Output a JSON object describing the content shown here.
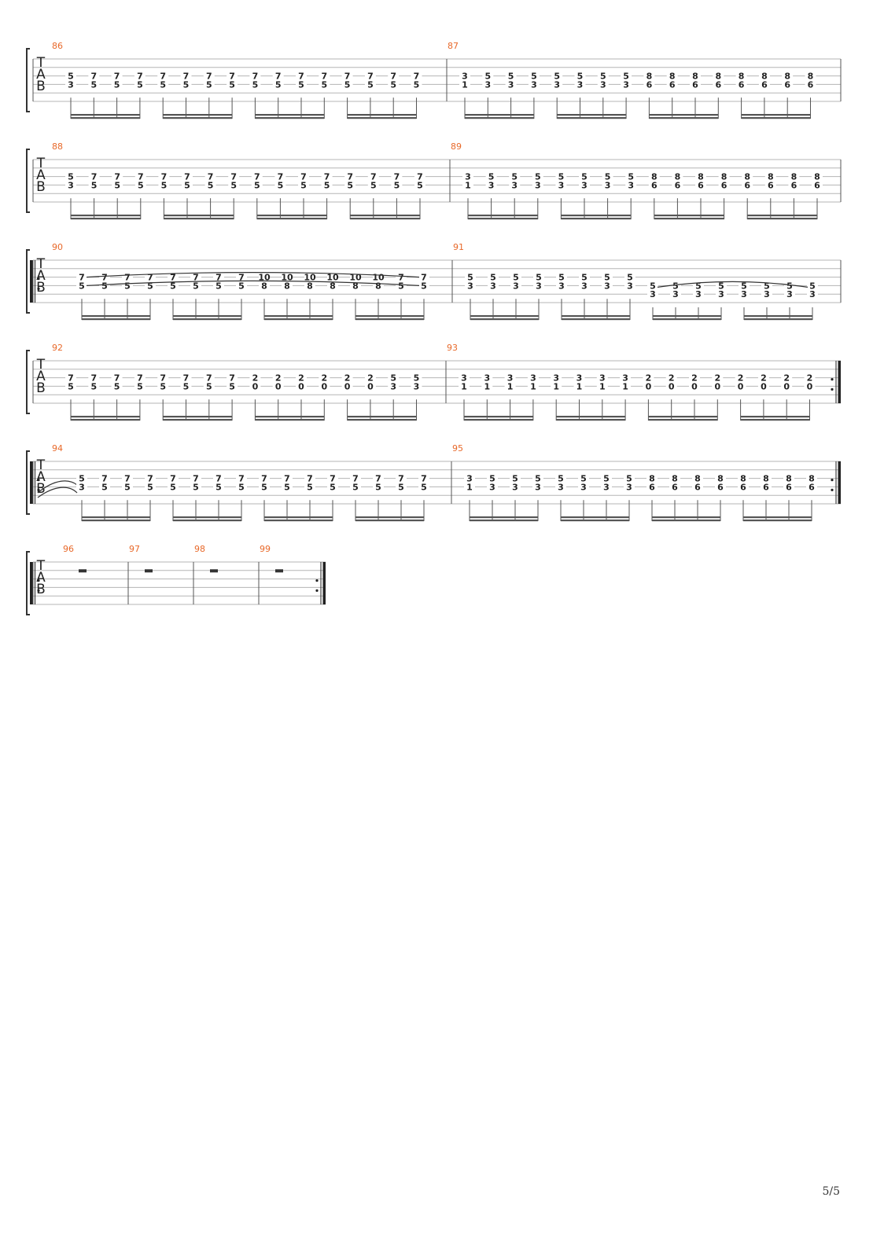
{
  "page_number": "5/5",
  "colors": {
    "measure_number": "#e8692a",
    "ink": "#222222",
    "line": "#8a8a8a"
  },
  "tab_clef": [
    "T",
    "A",
    "B"
  ],
  "systems": [
    {
      "measures": [
        {
          "number": "86",
          "notes": [
            [
              "5",
              "3"
            ],
            [
              "7",
              "5"
            ],
            [
              "7",
              "5"
            ],
            [
              "7",
              "5"
            ],
            [
              "7",
              "5"
            ],
            [
              "7",
              "5"
            ],
            [
              "7",
              "5"
            ],
            [
              "7",
              "5"
            ],
            [
              "7",
              "5"
            ],
            [
              "7",
              "5"
            ],
            [
              "7",
              "5"
            ],
            [
              "7",
              "5"
            ],
            [
              "7",
              "5"
            ],
            [
              "7",
              "5"
            ],
            [
              "7",
              "5"
            ],
            [
              "7",
              "5"
            ]
          ]
        },
        {
          "number": "87",
          "notes": [
            [
              "3",
              "1"
            ],
            [
              "5",
              "3"
            ],
            [
              "5",
              "3"
            ],
            [
              "5",
              "3"
            ],
            [
              "5",
              "3"
            ],
            [
              "5",
              "3"
            ],
            [
              "5",
              "3"
            ],
            [
              "5",
              "3"
            ],
            [
              "8",
              "6"
            ],
            [
              "8",
              "6"
            ],
            [
              "8",
              "6"
            ],
            [
              "8",
              "6"
            ],
            [
              "8",
              "6"
            ],
            [
              "8",
              "6"
            ],
            [
              "8",
              "6"
            ],
            [
              "8",
              "6"
            ]
          ]
        }
      ]
    },
    {
      "measures": [
        {
          "number": "88",
          "notes": [
            [
              "5",
              "3"
            ],
            [
              "7",
              "5"
            ],
            [
              "7",
              "5"
            ],
            [
              "7",
              "5"
            ],
            [
              "7",
              "5"
            ],
            [
              "7",
              "5"
            ],
            [
              "7",
              "5"
            ],
            [
              "7",
              "5"
            ],
            [
              "7",
              "5"
            ],
            [
              "7",
              "5"
            ],
            [
              "7",
              "5"
            ],
            [
              "7",
              "5"
            ],
            [
              "7",
              "5"
            ],
            [
              "7",
              "5"
            ],
            [
              "7",
              "5"
            ],
            [
              "7",
              "5"
            ]
          ]
        },
        {
          "number": "89",
          "notes": [
            [
              "3",
              "1"
            ],
            [
              "5",
              "3"
            ],
            [
              "5",
              "3"
            ],
            [
              "5",
              "3"
            ],
            [
              "5",
              "3"
            ],
            [
              "5",
              "3"
            ],
            [
              "5",
              "3"
            ],
            [
              "5",
              "3"
            ],
            [
              "8",
              "6"
            ],
            [
              "8",
              "6"
            ],
            [
              "8",
              "6"
            ],
            [
              "8",
              "6"
            ],
            [
              "8",
              "6"
            ],
            [
              "8",
              "6"
            ],
            [
              "8",
              "6"
            ],
            [
              "8",
              "6"
            ]
          ]
        }
      ]
    },
    {
      "repeat_start": true,
      "measures": [
        {
          "number": "90",
          "slurs": [
            [
              0,
              15
            ]
          ],
          "notes": [
            [
              "7",
              "5"
            ],
            [
              "7",
              "5"
            ],
            [
              "7",
              "5"
            ],
            [
              "7",
              "5"
            ],
            [
              "7",
              "5"
            ],
            [
              "7",
              "5"
            ],
            [
              "7",
              "5"
            ],
            [
              "7",
              "5"
            ],
            [
              "10",
              "8"
            ],
            [
              "10",
              "8"
            ],
            [
              "10",
              "8"
            ],
            [
              "10",
              "8"
            ],
            [
              "10",
              "8"
            ],
            [
              "10",
              "8"
            ],
            [
              "7",
              "5"
            ],
            [
              "7",
              "5"
            ]
          ]
        },
        {
          "number": "91",
          "slurs": [
            [
              8,
              15
            ]
          ],
          "notes": [
            [
              "5",
              "3"
            ],
            [
              "5",
              "3"
            ],
            [
              "5",
              "3"
            ],
            [
              "5",
              "3"
            ],
            [
              "5",
              "3"
            ],
            [
              "5",
              "3"
            ],
            [
              "5",
              "3"
            ],
            [
              "5",
              "3"
            ],
            [
              "5",
              "3"
            ],
            [
              "5",
              "3"
            ],
            [
              "5",
              "3"
            ],
            [
              "5",
              "3"
            ],
            [
              "5",
              "3"
            ],
            [
              "5",
              "3"
            ],
            [
              "5",
              "3"
            ],
            [
              "5",
              "3"
            ]
          ],
          "low_from": 8
        }
      ]
    },
    {
      "repeat_end": true,
      "measures": [
        {
          "number": "92",
          "notes": [
            [
              "7",
              "5"
            ],
            [
              "7",
              "5"
            ],
            [
              "7",
              "5"
            ],
            [
              "7",
              "5"
            ],
            [
              "7",
              "5"
            ],
            [
              "7",
              "5"
            ],
            [
              "7",
              "5"
            ],
            [
              "7",
              "5"
            ],
            [
              "2",
              "0"
            ],
            [
              "2",
              "0"
            ],
            [
              "2",
              "0"
            ],
            [
              "2",
              "0"
            ],
            [
              "2",
              "0"
            ],
            [
              "2",
              "0"
            ],
            [
              "5",
              "3"
            ],
            [
              "5",
              "3"
            ]
          ]
        },
        {
          "number": "93",
          "notes": [
            [
              "3",
              "1"
            ],
            [
              "3",
              "1"
            ],
            [
              "3",
              "1"
            ],
            [
              "3",
              "1"
            ],
            [
              "3",
              "1"
            ],
            [
              "3",
              "1"
            ],
            [
              "3",
              "1"
            ],
            [
              "3",
              "1"
            ],
            [
              "2",
              "0"
            ],
            [
              "2",
              "0"
            ],
            [
              "2",
              "0"
            ],
            [
              "2",
              "0"
            ],
            [
              "2",
              "0"
            ],
            [
              "2",
              "0"
            ],
            [
              "2",
              "0"
            ],
            [
              "2",
              "0"
            ]
          ]
        }
      ]
    },
    {
      "repeat_start": true,
      "repeat_end": true,
      "measures": [
        {
          "number": "94",
          "notes": [
            [
              "5",
              "3"
            ],
            [
              "7",
              "5"
            ],
            [
              "7",
              "5"
            ],
            [
              "7",
              "5"
            ],
            [
              "7",
              "5"
            ],
            [
              "7",
              "5"
            ],
            [
              "7",
              "5"
            ],
            [
              "7",
              "5"
            ],
            [
              "7",
              "5"
            ],
            [
              "7",
              "5"
            ],
            [
              "7",
              "5"
            ],
            [
              "7",
              "5"
            ],
            [
              "7",
              "5"
            ],
            [
              "7",
              "5"
            ],
            [
              "7",
              "5"
            ],
            [
              "7",
              "5"
            ]
          ]
        },
        {
          "number": "95",
          "notes": [
            [
              "3",
              "1"
            ],
            [
              "5",
              "3"
            ],
            [
              "5",
              "3"
            ],
            [
              "5",
              "3"
            ],
            [
              "5",
              "3"
            ],
            [
              "5",
              "3"
            ],
            [
              "5",
              "3"
            ],
            [
              "5",
              "3"
            ],
            [
              "8",
              "6"
            ],
            [
              "8",
              "6"
            ],
            [
              "8",
              "6"
            ],
            [
              "8",
              "6"
            ],
            [
              "8",
              "6"
            ],
            [
              "8",
              "6"
            ],
            [
              "8",
              "6"
            ],
            [
              "8",
              "6"
            ]
          ]
        }
      ]
    },
    {
      "repeat_start": true,
      "repeat_end": true,
      "measures": [
        {
          "number": "96",
          "rest": true
        },
        {
          "number": "97",
          "rest": true
        },
        {
          "number": "98",
          "rest": true
        },
        {
          "number": "99",
          "rest": true
        }
      ]
    }
  ]
}
